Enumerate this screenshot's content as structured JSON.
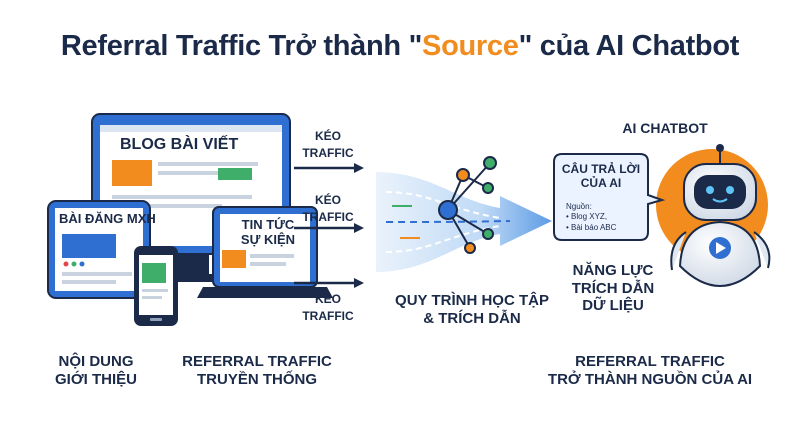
{
  "title": {
    "prefix": "Referral Traffic Trở thành \"",
    "highlight": "Source",
    "suffix": "\" của AI Chatbot"
  },
  "devices": {
    "monitor_label": "BLOG BÀI VIẾT",
    "tablet_label": "BÀI ĐĂNG MXH",
    "laptop_label_line1": "TIN TỨC",
    "laptop_label_line2": "SỰ KIỆN"
  },
  "arrows": [
    {
      "line1": "KÉO",
      "line2": "TRAFFIC"
    },
    {
      "line1": "KÉO",
      "line2": "TRAFFIC"
    },
    {
      "line1": "KÉO",
      "line2": "TRAFFIC"
    }
  ],
  "process_label_line1": "QUY TRÌNH HỌC TẬP",
  "process_label_line2": "& TRÍCH DẪN",
  "chatbot": {
    "header": "AI CHATBOT",
    "bubble_line1": "CÂU TRẢ LỜI",
    "bubble_line2": "CỦA AI",
    "sources_title": "Nguồn:",
    "sources": [
      "• Blog XYZ,",
      "• Bài báo ABC"
    ],
    "capability_line1": "NĂNG LỰC",
    "capability_line2": "TRÍCH DẪN",
    "capability_line3": "DỮ LIỆU"
  },
  "bottom_labels": {
    "col1_line1": "NỘI DUNG",
    "col1_line2": "GIỚI THIỆU",
    "col2_line1": "REFERRAL TRAFFIC",
    "col2_line2": "TRUYỀN THỐNG",
    "col3_line1": "REFERRAL TRAFFIC",
    "col3_line2": "TRỞ THÀNH NGUỒN CỦA AI"
  },
  "colors": {
    "navy": "#1b2a48",
    "accent_orange": "#f28c1e",
    "device_blue": "#2f6fd1",
    "flow_blue": "#4a90e2"
  },
  "icons": [
    "monitor-icon",
    "tablet-icon",
    "smartphone-icon",
    "laptop-icon",
    "network-nodes-icon",
    "robot-icon",
    "play-icon"
  ]
}
